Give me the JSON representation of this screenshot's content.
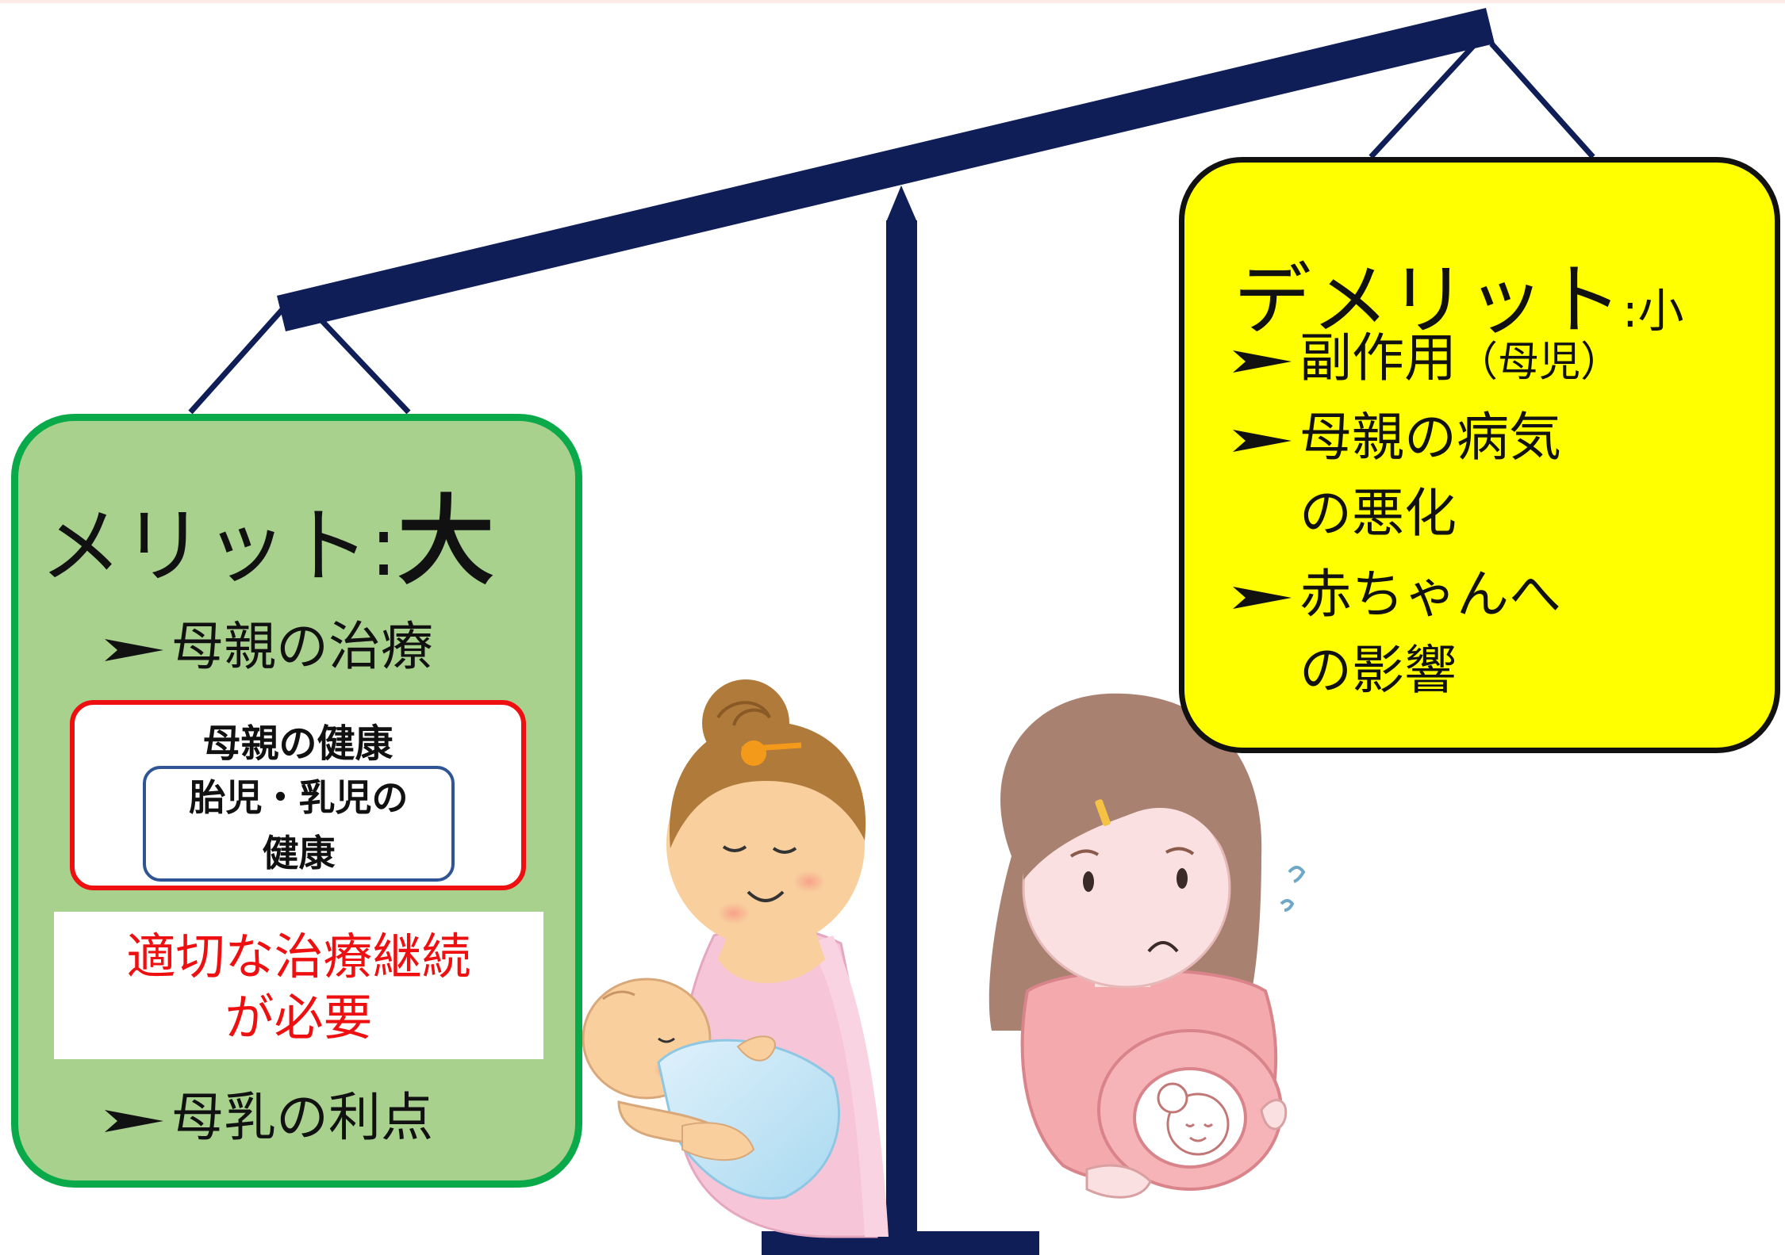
{
  "merit": {
    "title": "メリット:",
    "level": "大",
    "items": [
      {
        "label": "母親の治療"
      },
      {
        "label": "母乳の利点"
      }
    ],
    "health_box": {
      "outer_label": "母親の健康",
      "inner_line1": "胎児・乳児の",
      "inner_line2": "健康"
    },
    "note": {
      "line1": "適切な治療継続",
      "line2": "が必要"
    }
  },
  "demerit": {
    "title": "デメリット",
    "level": ":小",
    "items": [
      {
        "label": "副作用",
        "sub": "（母児）"
      },
      {
        "label": "母親の病気",
        "line2": "の悪化"
      },
      {
        "label": "赤ちゃんへ",
        "line2": "の影響"
      }
    ]
  },
  "colors": {
    "merit_fill": "#a9d18e",
    "merit_border": "#0aa94a",
    "demerit_fill": "#ffff00",
    "scale": "#0f1e57",
    "note_text": "#ee1010",
    "health_outer_border": "#ee1010",
    "health_inner_border": "#2f5597"
  },
  "illustrations": [
    "breastfeeding-mother-illustration",
    "worried-pregnant-woman-illustration",
    "balance-scale"
  ]
}
